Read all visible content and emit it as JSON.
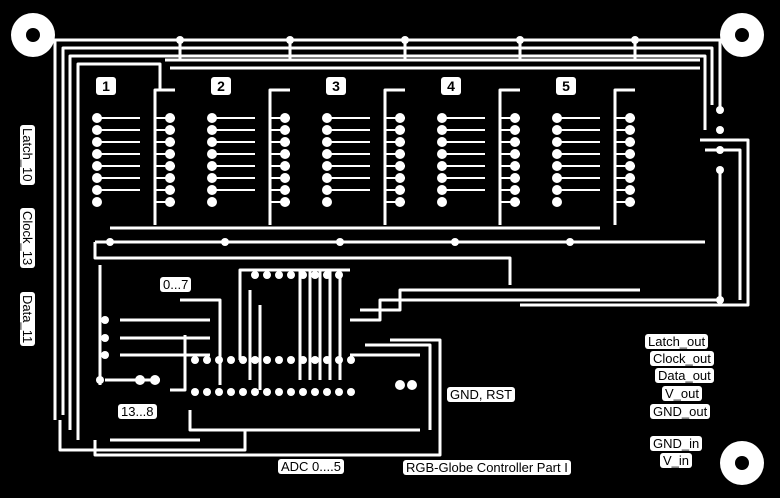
{
  "board": {
    "title": "RGB-Globe  Controller Part I",
    "chip_numbers": [
      "1",
      "2",
      "3",
      "4",
      "5"
    ],
    "left_labels": [
      "Latch_10",
      "Clock_13",
      "Data_11"
    ],
    "right_outputs": [
      "Latch_out",
      "Clock_out",
      "Data_out",
      "V_out",
      "GND_out"
    ],
    "right_inputs": [
      "GND_in",
      "V_in"
    ],
    "port_labels": {
      "high": "0...7",
      "low": "13...8",
      "adc": "ADC  0....5",
      "reset": "GND, RST"
    }
  },
  "colors": {
    "board": "#000000",
    "copper": "#ffffff"
  }
}
